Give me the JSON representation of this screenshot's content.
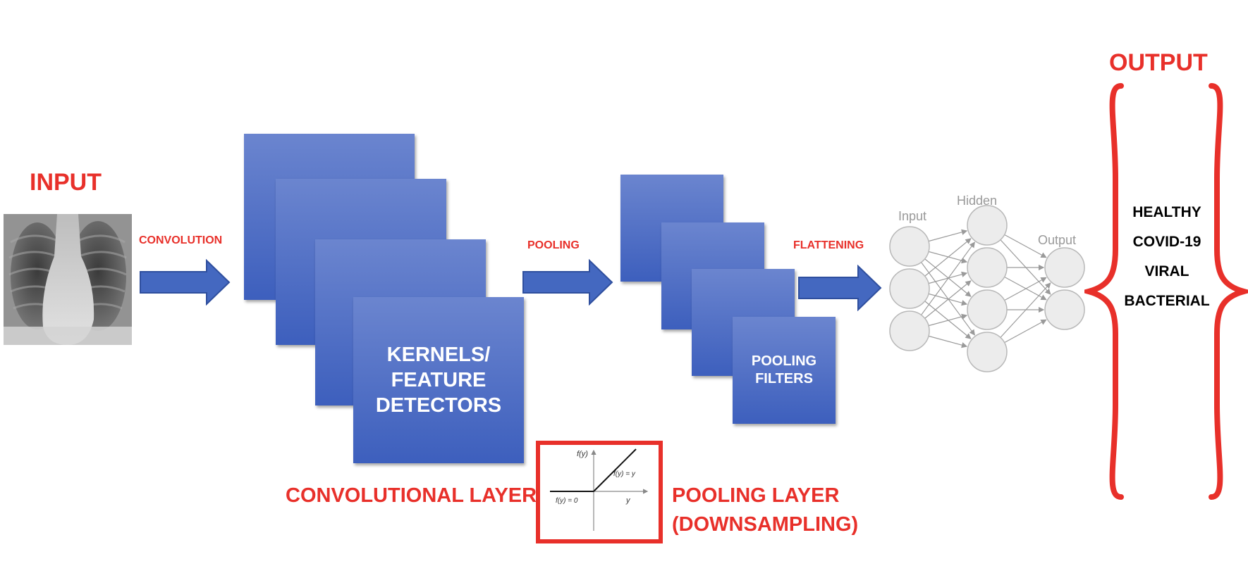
{
  "labels": {
    "input": "INPUT",
    "output": "OUTPUT",
    "convolution": "CONVOLUTION",
    "pooling": "POOLING",
    "flattening": "FLATTENING",
    "convolutional_layer": "CONVOLUTIONAL LAYER",
    "pooling_layer_line1": "POOLING LAYER",
    "pooling_layer_line2": "(DOWNSAMPLING)"
  },
  "kernels_text": "KERNELS/\nFEATURE\nDETECTORS",
  "pooling_filters_text": "POOLING\nFILTERS",
  "network": {
    "input_label": "Input",
    "hidden_label": "Hidden",
    "output_label": "Output",
    "layer_sizes": [
      3,
      4,
      2
    ]
  },
  "relu_plot": {
    "y_axis_label": "f(y)",
    "x_axis_label": "y",
    "left_label": "f(y) = 0",
    "right_label": "f(y) = y"
  },
  "classes": [
    "HEALTHY",
    "COVID-19",
    "VIRAL",
    "BACTERIAL"
  ],
  "colors": {
    "accent_red": "#e8302a",
    "tile_top": "#6b85cf",
    "tile_bottom": "#3d5fbd",
    "arrow_fill": "#4468c0",
    "arrow_stroke": "#2f4f9e",
    "node_fill": "#ececec",
    "node_stroke": "#b8b8b8",
    "edge_color": "#9a9a9a"
  }
}
